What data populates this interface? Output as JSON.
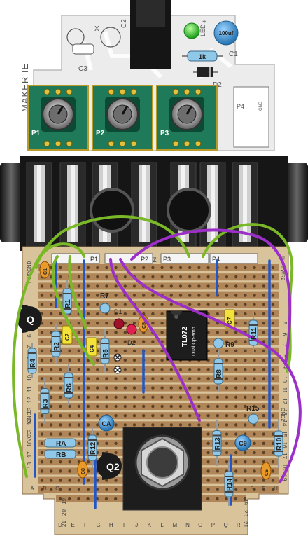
{
  "brand": "MAKER IE",
  "pcb": {
    "labels": {
      "X": "X",
      "C2": "C2",
      "C3": "C3",
      "C1": "C1",
      "D2": "D2",
      "LED": "LED",
      "plus": "+",
      "P4": "P4",
      "gnd": "GND"
    },
    "led_color": "#35c83a",
    "cap_100uf": "100uf",
    "resistor_1k": "1k"
  },
  "pots": [
    {
      "label": "P1"
    },
    {
      "label": "P2"
    },
    {
      "label": "P3"
    }
  ],
  "header_labels": [
    "P1",
    "P2",
    "P3",
    "P4"
  ],
  "side_labels": {
    "gnd_top": "GND",
    "pwr_top": "PWR",
    "in": "IN",
    "pwr2": "PWR2",
    "gnd1": "GND1",
    "gnd2": "GND2",
    "vcc": "VCC",
    "z": "Z"
  },
  "row_numbers_left": [
    "5",
    "6",
    "7",
    "8",
    "9",
    "10",
    "11",
    "12",
    "13",
    "14",
    "15",
    "16",
    "17",
    "18"
  ],
  "row_numbers_right": [
    "5",
    "6",
    "7",
    "8",
    "9",
    "10",
    "11",
    "12",
    "13",
    "14",
    "15",
    "16",
    "17",
    "18",
    "19"
  ],
  "bottom_rows": [
    "19",
    "20",
    "21"
  ],
  "cols_top": [
    "A",
    "B",
    "C",
    "S",
    "T",
    "U"
  ],
  "cols_bottom": [
    "D",
    "E",
    "F",
    "G",
    "H",
    "I",
    "J",
    "K",
    "L",
    "M",
    "N",
    "O",
    "P",
    "Q",
    "R"
  ],
  "components": {
    "Q": "Q",
    "Q2": "Q2",
    "R1": "R1",
    "R2": "R2",
    "R3": "R3",
    "R4": "R4",
    "R5": "R5",
    "R6": "R6",
    "R7": "R7",
    "R8": "R8",
    "R9": "R9",
    "R10": "R10",
    "R11": "R11",
    "R12": "R12",
    "R13": "R13",
    "R14": "R14",
    "R15": "R15",
    "RA": "RA",
    "RB": "RB",
    "C1": "C1",
    "C2": "C2",
    "C4": "C4",
    "C5": "C5",
    "C6": "C6",
    "C7": "C7",
    "C8": "C8",
    "C9": "C9",
    "CA": "CA",
    "D1": "D1",
    "D2": "D2",
    "ic_name": "TL072",
    "ic_sub": "Dual Op-amp"
  },
  "colors": {
    "board": "#d9c39b",
    "strip": "#b08658",
    "pcb": "#ededed",
    "green_wire": "#7ab828",
    "purple_wire": "#9b2fc7",
    "blue_wire": "#2357c8",
    "pot_body": "#1f7a5a"
  }
}
